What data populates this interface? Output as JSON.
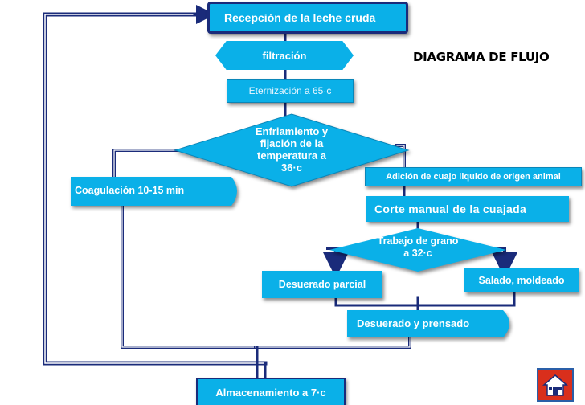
{
  "diagram": {
    "title": "DIAGRAMA DE FLUJO",
    "nodes": {
      "recepcion": "Recepción de la leche cruda",
      "filtracion": "filtración",
      "eternizacion": "Eternización a 65·c",
      "enfriamiento": [
        "Enfriamiento y",
        "fijación de la",
        "temperatura a",
        "36·c"
      ],
      "adicion": "Adición de cuajo liquido de origen animal",
      "coagulacion": "Coagulación 10-15 min",
      "corte": "Corte manual de la cuajada",
      "trabajo": [
        "Trabajo de grano",
        "a 32·c"
      ],
      "desuerado_parcial": "Desuerado parcial",
      "salado": "Salado, moldeado",
      "desuerado_prensado": "Desuerado y prensado",
      "almacenamiento": "Almacenamiento a 7·c"
    },
    "colors": {
      "box_fill": "#0ab0e8",
      "connector": "#1a2b7a",
      "home_button": "#d92f1c"
    },
    "icons": {
      "home": "home-icon"
    }
  }
}
